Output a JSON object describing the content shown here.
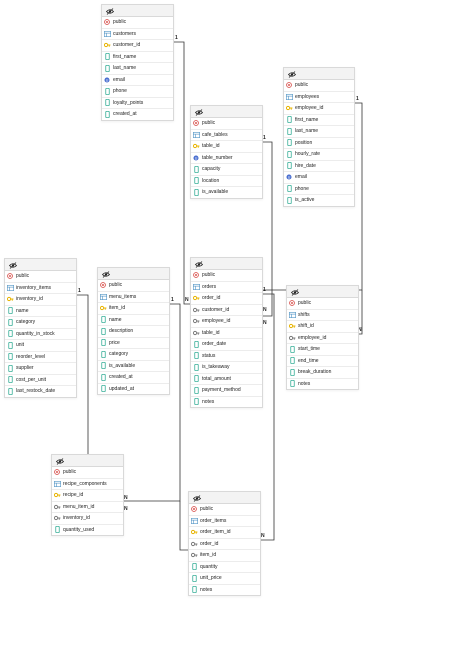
{
  "colors": {
    "pk": "#e8b400",
    "fk": "#7a7a7a",
    "col": "#3cb09a",
    "schema": "#d9534f",
    "table": "#4a90c2",
    "uniq": "#4a6fd0",
    "line": "#333333"
  },
  "tables": [
    {
      "id": "customers",
      "schema": "public",
      "name": "customers",
      "rows": [
        {
          "kind": "pk",
          "label": "customer_id"
        },
        {
          "kind": "col",
          "label": "first_name"
        },
        {
          "kind": "col",
          "label": "last_name"
        },
        {
          "kind": "uniq",
          "label": "email"
        },
        {
          "kind": "col",
          "label": "phone"
        },
        {
          "kind": "col",
          "label": "loyalty_points"
        },
        {
          "kind": "col",
          "label": "created_at"
        }
      ]
    },
    {
      "id": "cafe_tables",
      "schema": "public",
      "name": "cafe_tables",
      "rows": [
        {
          "kind": "pk",
          "label": "table_id"
        },
        {
          "kind": "uniq",
          "label": "table_number"
        },
        {
          "kind": "col",
          "label": "capacity"
        },
        {
          "kind": "col",
          "label": "location"
        },
        {
          "kind": "col",
          "label": "is_available"
        }
      ]
    },
    {
      "id": "employees",
      "schema": "public",
      "name": "employees",
      "rows": [
        {
          "kind": "pk",
          "label": "employee_id"
        },
        {
          "kind": "col",
          "label": "first_name"
        },
        {
          "kind": "col",
          "label": "last_name"
        },
        {
          "kind": "col",
          "label": "position"
        },
        {
          "kind": "col",
          "label": "hourly_rate"
        },
        {
          "kind": "col",
          "label": "hire_date"
        },
        {
          "kind": "uniq",
          "label": "email"
        },
        {
          "kind": "col",
          "label": "phone"
        },
        {
          "kind": "col",
          "label": "is_active"
        }
      ]
    },
    {
      "id": "inventory_items",
      "schema": "public",
      "name": "inventory_items",
      "rows": [
        {
          "kind": "pk",
          "label": "inventory_id"
        },
        {
          "kind": "col",
          "label": "name"
        },
        {
          "kind": "col",
          "label": "category"
        },
        {
          "kind": "col",
          "label": "quantity_in_stock"
        },
        {
          "kind": "col",
          "label": "unit"
        },
        {
          "kind": "col",
          "label": "reorder_level"
        },
        {
          "kind": "col",
          "label": "supplier"
        },
        {
          "kind": "col",
          "label": "cost_per_unit"
        },
        {
          "kind": "col",
          "label": "last_restock_date"
        }
      ]
    },
    {
      "id": "menu_items",
      "schema": "public",
      "name": "menu_items",
      "rows": [
        {
          "kind": "pk",
          "label": "item_id"
        },
        {
          "kind": "col",
          "label": "name"
        },
        {
          "kind": "col",
          "label": "description"
        },
        {
          "kind": "col",
          "label": "price"
        },
        {
          "kind": "col",
          "label": "category"
        },
        {
          "kind": "col",
          "label": "is_available"
        },
        {
          "kind": "col",
          "label": "created_at"
        },
        {
          "kind": "col",
          "label": "updated_at"
        }
      ]
    },
    {
      "id": "orders",
      "schema": "public",
      "name": "orders",
      "rows": [
        {
          "kind": "pk",
          "label": "order_id"
        },
        {
          "kind": "fk",
          "label": "customer_id"
        },
        {
          "kind": "fk",
          "label": "employee_id"
        },
        {
          "kind": "fk",
          "label": "table_id"
        },
        {
          "kind": "col",
          "label": "order_date"
        },
        {
          "kind": "col",
          "label": "status"
        },
        {
          "kind": "col",
          "label": "is_takeaway"
        },
        {
          "kind": "col",
          "label": "total_amount"
        },
        {
          "kind": "col",
          "label": "payment_method"
        },
        {
          "kind": "col",
          "label": "notes"
        }
      ]
    },
    {
      "id": "shifts",
      "schema": "public",
      "name": "shifts",
      "rows": [
        {
          "kind": "pk",
          "label": "shift_id"
        },
        {
          "kind": "fk",
          "label": "employee_id"
        },
        {
          "kind": "col",
          "label": "start_time"
        },
        {
          "kind": "col",
          "label": "end_time"
        },
        {
          "kind": "col",
          "label": "break_duration"
        },
        {
          "kind": "col",
          "label": "notes"
        }
      ]
    },
    {
      "id": "recipe_components",
      "schema": "public",
      "name": "recipe_components",
      "rows": [
        {
          "kind": "pk",
          "label": "recipe_id"
        },
        {
          "kind": "fk",
          "label": "menu_item_id"
        },
        {
          "kind": "fk",
          "label": "inventory_id"
        },
        {
          "kind": "col",
          "label": "quantity_used"
        }
      ]
    },
    {
      "id": "order_items",
      "schema": "public",
      "name": "order_items",
      "rows": [
        {
          "kind": "pk",
          "label": "order_item_id"
        },
        {
          "kind": "fk",
          "label": "order_id"
        },
        {
          "kind": "fk",
          "label": "item_id"
        },
        {
          "kind": "col",
          "label": "quantity"
        },
        {
          "kind": "col",
          "label": "unit_price"
        },
        {
          "kind": "col",
          "label": "notes"
        }
      ]
    }
  ],
  "cardinality": {
    "one": "1",
    "many": "N"
  }
}
